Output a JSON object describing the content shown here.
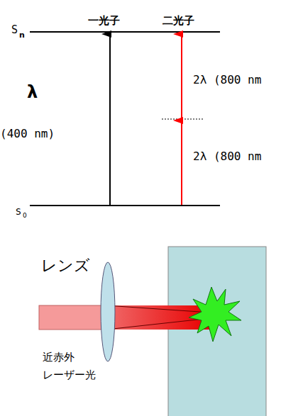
{
  "diagram": {
    "labels": [
      "一光子",
      "二光子",
      "S",
      "n",
      "λ",
      "(400 nm)",
      "2λ (800 nm",
      "2λ (800 nm",
      "S",
      "0",
      "レンズ",
      "近赤外",
      "レーザー光"
    ]
  }
}
